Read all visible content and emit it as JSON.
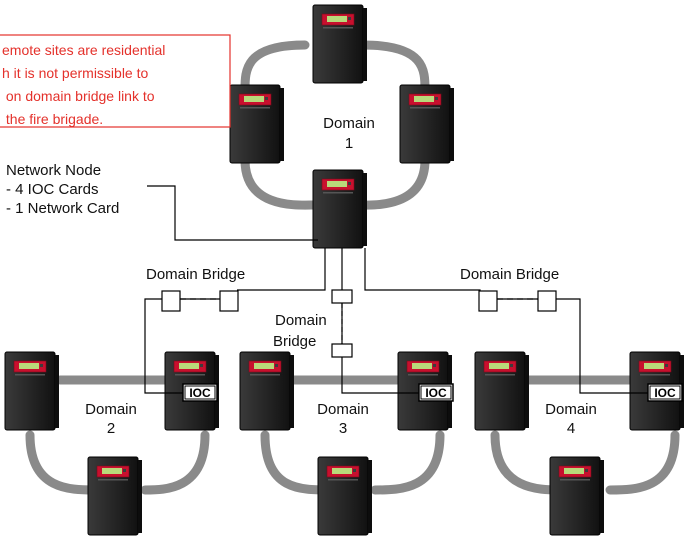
{
  "note": {
    "lines": [
      "emote sites are residential",
      "h it is not permissible to",
      " on domain bridge link to",
      " the fire brigade."
    ],
    "border_color": "#e4312b",
    "text_color": "#e4312b"
  },
  "domains": {
    "d1": {
      "label": "Domain",
      "number": "1"
    },
    "d2": {
      "label": "Domain",
      "number": "2"
    },
    "d3": {
      "label": "Domain",
      "number": "3"
    },
    "d4": {
      "label": "Domain",
      "number": "4"
    }
  },
  "network_node": {
    "title": "Network Node",
    "line1": "- 4 IOC Cards",
    "line2": "- 1 Network Card"
  },
  "bridges": {
    "left": "Domain Bridge",
    "right": "Domain Bridge",
    "center_line1": "Domain",
    "center_line2": "Bridge"
  },
  "ioc_label": "IOC",
  "colors": {
    "loop": "#8a8a8a",
    "panel_body": "#1c1c1c",
    "panel_display_frame": "#c8102e",
    "panel_lcd": "#b9d97a",
    "wire": "#000000"
  }
}
